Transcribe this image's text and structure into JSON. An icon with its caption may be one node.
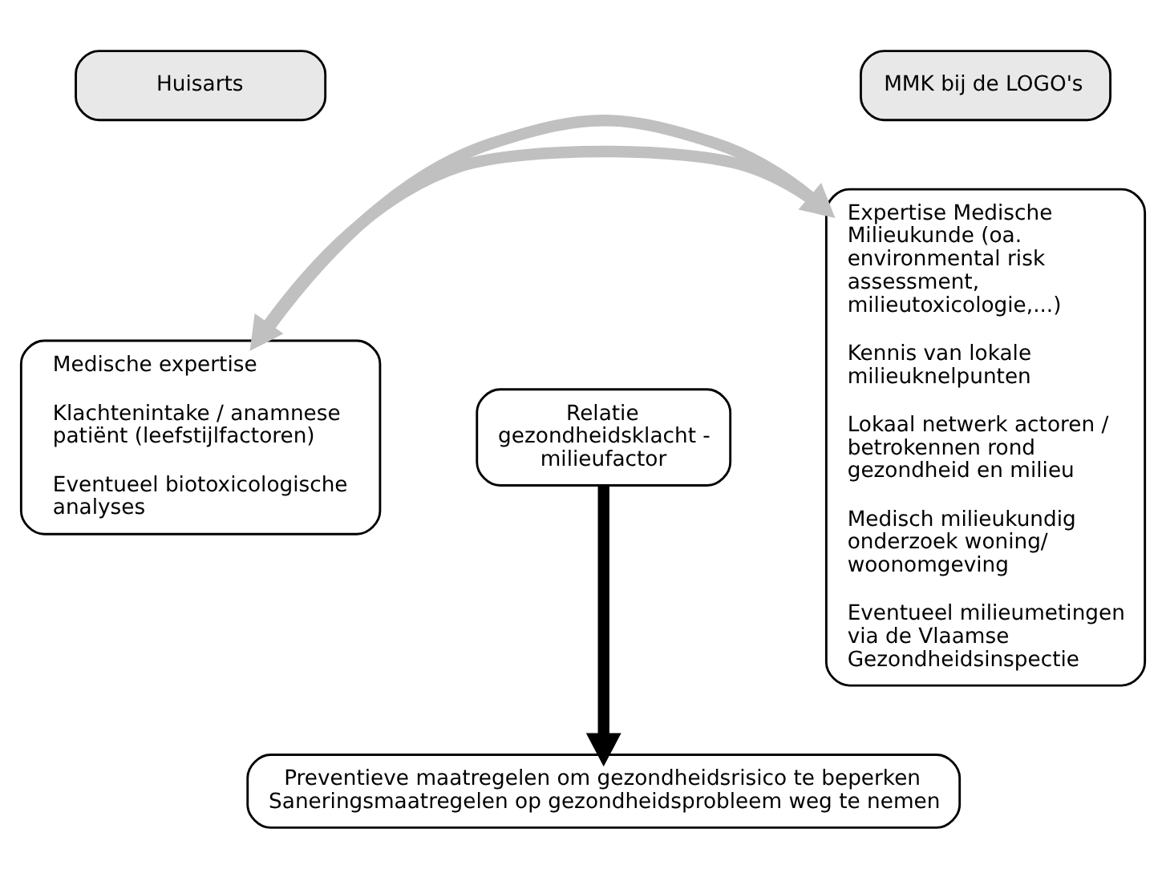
{
  "diagram": {
    "nodes": [
      {
        "text": [
          "Huisarts"
        ]
      },
      {
        "text": [
          "Medische expertise",
          "Klachtenintake / anamnese patiënt (leefstijlfactoren)",
          "Eventueel biotoxicologische analyses"
        ]
      },
      {
        "text": [
          "MMK bij de LOGO's"
        ]
      },
      {
        "text": [
          "Expertise Medische Milieukunde (oa. environmental risk assessment, milieutoxicologie,...)",
          "Kennis van lokale milieuknelpunten",
          "Lokaal netwerk actoren / betrokennen rond gezondheid en milieu",
          "Medisch milieukundig onderzoek woning/ woonomgeving",
          "Eventueel milieumetingen via de Vlaamse Gezondheidsinspectie"
        ]
      },
      {
        "text": [
          "Relatie gezondheidsklacht - milieufactor"
        ]
      },
      {
        "text": [
          "Preventieve maatregelen om gezondheidsrisico te beperken",
          "Saneringsmaatregelen op gezondheidsprobleem weg te nemen"
        ]
      }
    ],
    "edges": [
      {
        "from": 3,
        "to": 1,
        "arrow": "to"
      },
      {
        "from": 1,
        "to": 3,
        "arrow": "to"
      },
      {
        "from": 4,
        "to": 5,
        "arrow": "to",
        "color": "#000000"
      }
    ]
  }
}
